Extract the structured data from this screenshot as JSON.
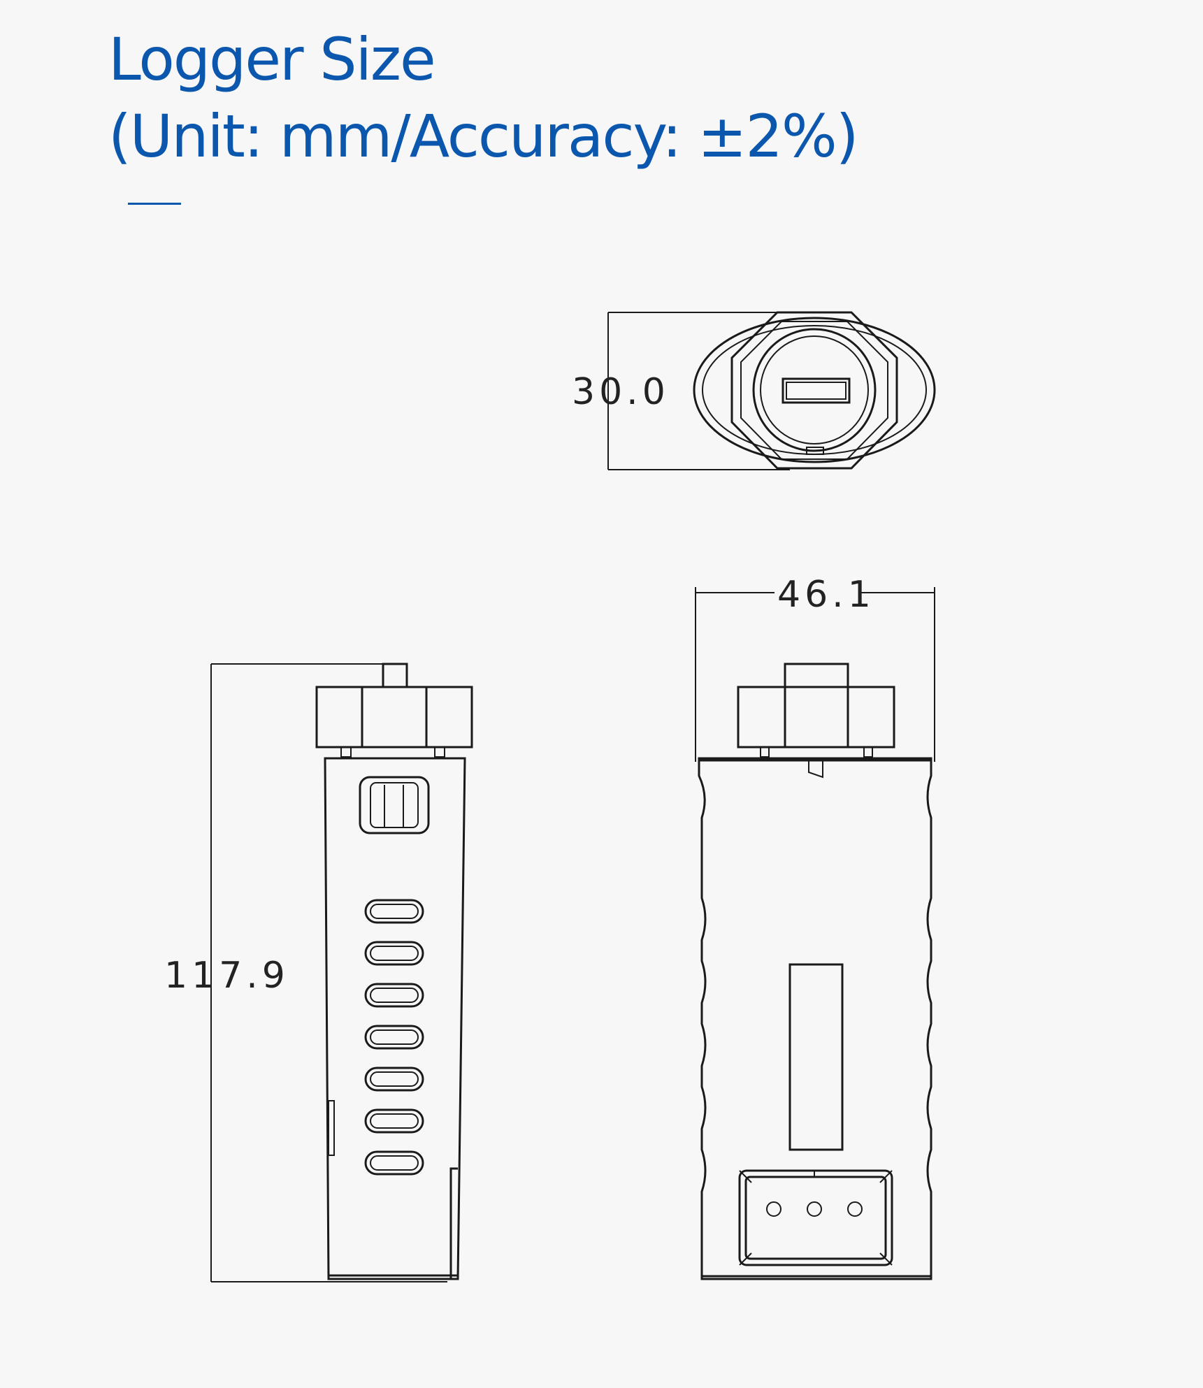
{
  "header": {
    "title_line1": "Logger Size",
    "title_line2": "(Unit: mm/Accuracy: ±2%)"
  },
  "dimensions": {
    "top_view_height": "30.0",
    "front_view_width": "46.1",
    "side_view_height": "117.9"
  },
  "colors": {
    "accent": "#0b57ad",
    "background": "#f7f7f7",
    "line": "#1a1a1a"
  }
}
